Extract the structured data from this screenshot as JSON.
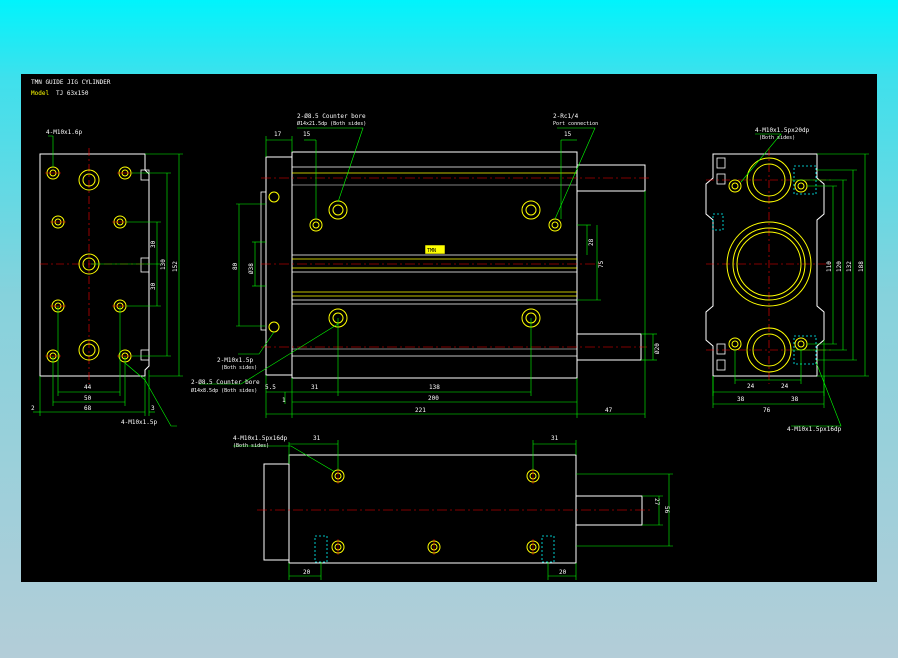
{
  "title": {
    "line1": "TMN GUIDE JIG CYLINDER",
    "model_label": "Model",
    "model_value": "TJ 63x150"
  },
  "colors": {
    "background": "#000000",
    "outline": "#ffffff",
    "dimension": "#00ff00",
    "centerline": "#ff0000",
    "hole": "#ffff00",
    "hidden": "#00ffff",
    "label": "#ffffff"
  },
  "annotations": {
    "front_tl": "4-M10x1.6p",
    "front_br": "4-M10x1.5p",
    "side_top_left_1": "2-Ø8.5 Counter bore",
    "side_top_left_2": "Ø14x21.5dp (Both sides)",
    "side_top_right_1": "2-Rc1/4",
    "side_top_right_2": "Port connection",
    "side_bot_left_1": "2-M10x1.5p",
    "side_bot_left_2": "(Both sides)",
    "side_bot_left_3": "2-Ø8.5 Counter bore",
    "side_bot_left_4": "Ø14x8.5dp (Both sides)",
    "rear_top_1": "4-M10x1.5px20dp",
    "rear_top_2": "(Both sides)",
    "rear_bot": "4-M10x1.5px16dp",
    "bottom_tl_1": "4-M10x1.5px16dp",
    "bottom_tl_2": "(Both sides)"
  },
  "dims": {
    "front": {
      "d44": "44",
      "d50": "50",
      "d68": "68",
      "d2": "2",
      "d3": "3",
      "d30a": "30",
      "d30b": "30",
      "d130": "130",
      "d152": "152"
    },
    "side": {
      "d17": "17",
      "d15a": "15",
      "d15b": "15",
      "d31": "31",
      "d138": "138",
      "d200": "200",
      "d221": "221",
      "d47": "47",
      "d5_5": "5.5",
      "d1": "1",
      "d80": "80",
      "d38": "Ø38",
      "d28": "28",
      "d75": "75",
      "d20": "Ø20"
    },
    "rear": {
      "d110": "110",
      "d120": "120",
      "d132": "132",
      "d188": "188",
      "d24a": "24",
      "d24b": "24",
      "d38a": "38",
      "d38b": "38",
      "d76": "76"
    },
    "bottom": {
      "d31a": "31",
      "d31b": "31",
      "d20a": "20",
      "d20b": "20",
      "d27": "27",
      "d56": "56"
    }
  },
  "nameplate": "TMN"
}
